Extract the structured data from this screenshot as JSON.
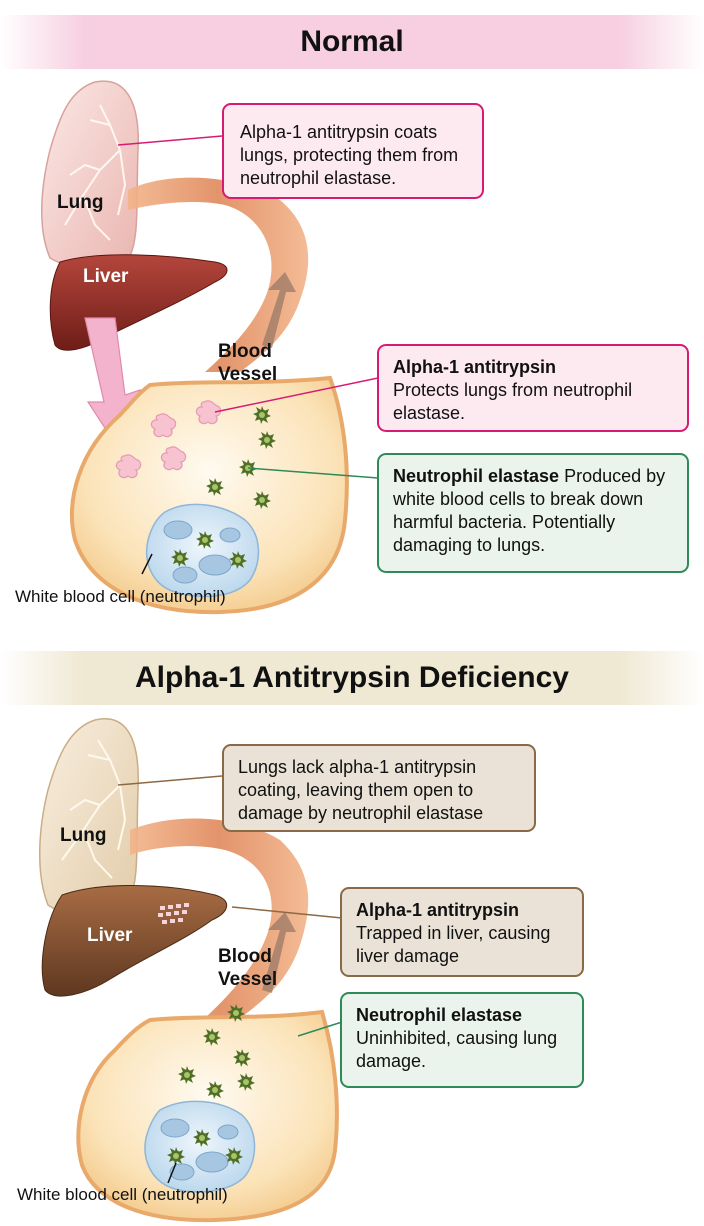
{
  "normal": {
    "title": "Normal",
    "lung_label": "Lung",
    "liver_label": "Liver",
    "vessel_label_line1": "Blood",
    "vessel_label_line2": "Vessel",
    "callout_lung": "Alpha-1 antitrypsin coats lungs, protecting them from neutrophil elastase.",
    "callout_aat_title": "Alpha-1 antitrypsin",
    "callout_aat_text": "Protects lungs from neutrophil elastase.",
    "callout_ne_title": "Neutrophil elastase",
    "callout_ne_text": " Produced by white blood cells to break down harmful bacteria. Potentially damaging to lungs.",
    "caption": "White blood cell (neutrophil)"
  },
  "deficiency": {
    "title": "Alpha-1 Antitrypsin Deficiency",
    "lung_label": "Lung",
    "liver_label": "Liver",
    "vessel_label_line1": "Blood",
    "vessel_label_line2": "Vessel",
    "callout_lung": "Lungs lack alpha-1 antitrypsin coating, leaving them open to damage by neutrophil elastase",
    "callout_aat_title": "Alpha-1 antitrypsin",
    "callout_aat_text": "Trapped in liver, causing liver damage",
    "callout_ne_title": "Neutrophil elastase",
    "callout_ne_text": "Uninhibited, causing lung damage.",
    "caption": "White blood cell (neutrophil)"
  },
  "colors": {
    "pink_border": "#d81b72",
    "green_border": "#2e8a57",
    "tan_border": "#8a6a44",
    "vessel": "#e2956a",
    "liver_normal": "#8c2a22",
    "liver_deficient": "#7a4a2c"
  }
}
